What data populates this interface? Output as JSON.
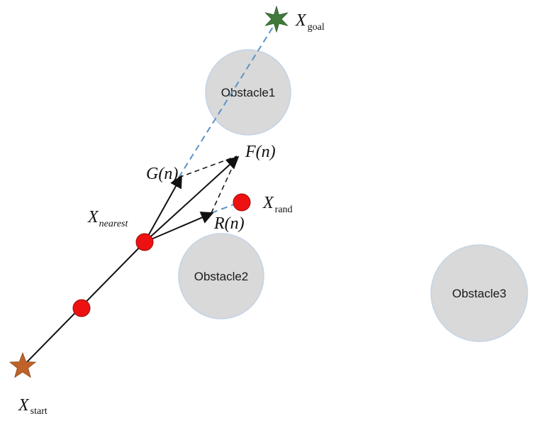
{
  "obstacles": [
    {
      "label": "Obstacle1"
    },
    {
      "label": "Obstacle2"
    },
    {
      "label": "Obstacle3"
    }
  ],
  "labels": {
    "goal_main": "X",
    "goal_sub": "goal",
    "start_main": "X",
    "start_sub": "start",
    "rand_main": "X",
    "rand_sub": "rand",
    "nearest_main": "X",
    "nearest_sub": "nearest",
    "f": "F(n)",
    "g": "G(n)",
    "r": "R(n)"
  },
  "colors": {
    "obstacle_fill": "#d9d9d9",
    "obstacle_stroke": "#c3d3e6",
    "node_fill": "#ee1111",
    "node_stroke": "#9b0c0c",
    "goal_star": "#3f7a3a",
    "start_star": "#c0622a",
    "dashed_blue": "#5a93c8",
    "path": "#111111"
  }
}
